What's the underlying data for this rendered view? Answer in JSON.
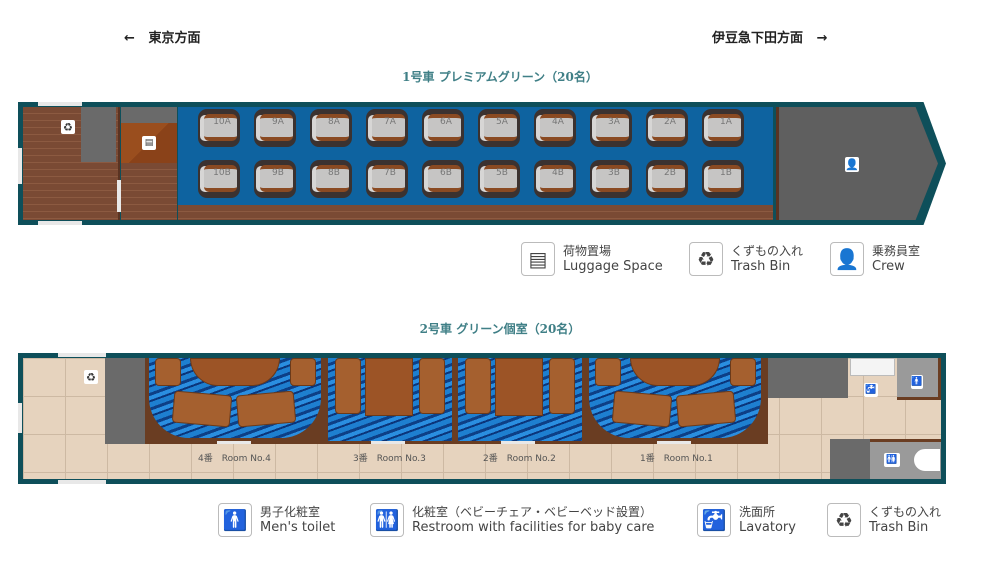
{
  "directions": {
    "left": {
      "arrow": "←",
      "label": "東京方面"
    },
    "right": {
      "arrow": "→",
      "label": "伊豆急下田方面"
    }
  },
  "car1": {
    "title": "1号車 プレミアムグリーン（20名）",
    "seats_row_a": [
      "10A",
      "9A",
      "8A",
      "7A",
      "6A",
      "5A",
      "4A",
      "3A",
      "2A",
      "1A"
    ],
    "seats_row_b": [
      "10B",
      "9B",
      "8B",
      "7B",
      "6B",
      "5B",
      "4B",
      "3B",
      "2B",
      "1B"
    ],
    "icons": {
      "trash": "trash-bin-icon",
      "luggage": "luggage-icon",
      "crew": "crew-icon"
    }
  },
  "legend1": [
    {
      "icon": "luggage-icon",
      "glyph": "▤",
      "jp": "荷物置場",
      "en": "Luggage Space"
    },
    {
      "icon": "trash-bin-icon",
      "glyph": "♻",
      "jp": "くずもの入れ",
      "en": "Trash Bin"
    },
    {
      "icon": "crew-icon",
      "glyph": "👤",
      "jp": "乗務員室",
      "en": "Crew"
    }
  ],
  "car2": {
    "title": "2号車 グリーン個室（20名）",
    "rooms": [
      {
        "label": "4番　Room No.4"
      },
      {
        "label": "3番　Room No.3"
      },
      {
        "label": "2番　Room No.2"
      },
      {
        "label": "1番　Room No.1"
      }
    ]
  },
  "legend2": [
    {
      "icon": "mens-toilet-icon",
      "glyph": "🚹",
      "jp": "男子化粧室",
      "en": "Men's toilet"
    },
    {
      "icon": "restroom-baby-care-icon",
      "glyph": "🚻",
      "jp": "化粧室（ベビーチェア・ベビーベッド設置）",
      "en": "Restroom with facilities for baby care"
    },
    {
      "icon": "lavatory-icon",
      "glyph": "🚰",
      "jp": "洗面所",
      "en": "Lavatory"
    },
    {
      "icon": "trash-bin-icon",
      "glyph": "♻",
      "jp": "くずもの入れ",
      "en": "Trash Bin"
    }
  ],
  "colors": {
    "title_teal": "#3f7f86",
    "car_border": "#0e4f5a",
    "seat_floor_blue": "#0e63a0",
    "wood_floor": "#7a4a34",
    "tile_floor": "#e6d3be",
    "crew_gray": "#5f5f5f"
  }
}
